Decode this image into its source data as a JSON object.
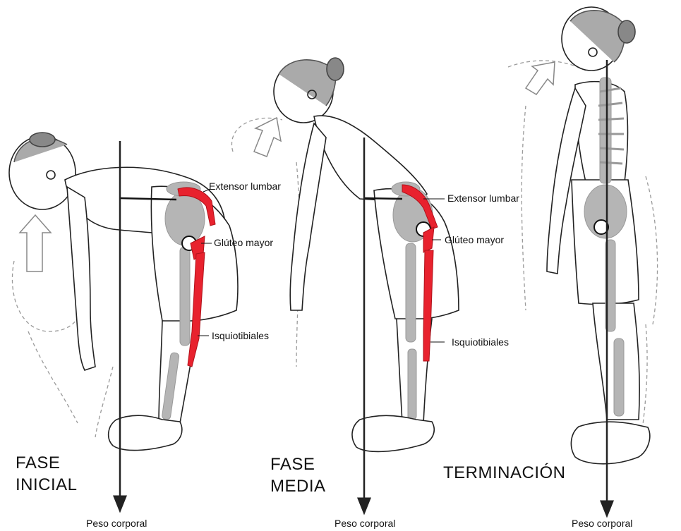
{
  "phases": [
    {
      "id": "initial",
      "title_lines": [
        "FASE",
        "INICIAL"
      ],
      "weight_label": "Peso corporal",
      "muscles": [
        "Extensor lumbar",
        "Glúteo mayor",
        "Isquiotibiales"
      ]
    },
    {
      "id": "middle",
      "title_lines": [
        "FASE",
        "MEDIA"
      ],
      "weight_label": "Peso corporal",
      "muscles": [
        "Extensor lumbar",
        "Glúteo mayor",
        "Isquiotibiales"
      ]
    },
    {
      "id": "end",
      "title_lines": [
        "TERMINACIÓN"
      ],
      "weight_label": "Peso corporal"
    }
  ],
  "colors": {
    "muscle_highlight": "#e8222e",
    "bone": "#b5b5b5",
    "outline": "#222222",
    "ghost_outline": "#9a9a9a"
  }
}
